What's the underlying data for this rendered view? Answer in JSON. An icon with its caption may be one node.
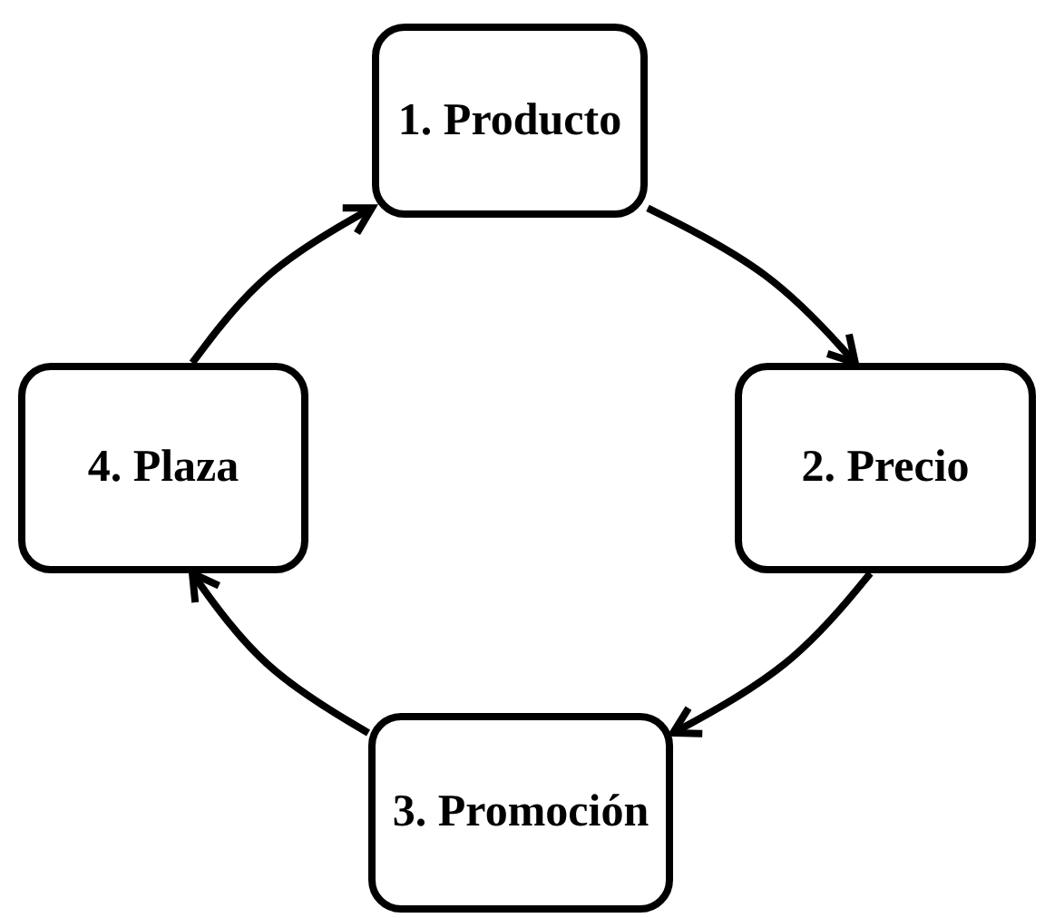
{
  "diagram": {
    "nodes": [
      {
        "text": [
          "1. Producto"
        ]
      },
      {
        "text": [
          "2. Precio"
        ]
      },
      {
        "text": [
          "3. Promoción"
        ]
      },
      {
        "text": [
          "4. Plaza"
        ]
      }
    ],
    "edges": [
      {
        "from": 0,
        "to": 1,
        "arrow": "to"
      },
      {
        "from": 1,
        "to": 2,
        "arrow": "to"
      },
      {
        "from": 2,
        "to": 3,
        "arrow": "to"
      },
      {
        "from": 3,
        "to": 0,
        "arrow": "to"
      }
    ]
  }
}
